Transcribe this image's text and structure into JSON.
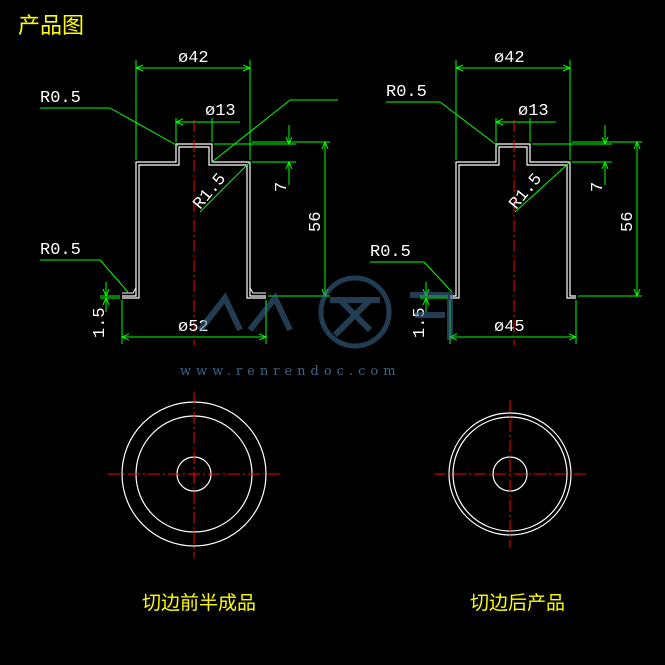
{
  "title": "产品图",
  "captions": {
    "left": "切边前半成品",
    "right": "切边后产品"
  },
  "left_view": {
    "dim_top_dia": "ø42",
    "dim_neck_dia": "ø13",
    "dim_bottom_dia": "ø52",
    "radius_top": "R0.5",
    "radius_bottom": "R0.5",
    "radius_inner": "R1.5",
    "height_neck": "7",
    "height_total": "56",
    "flange_thickness": "1.5"
  },
  "right_view": {
    "dim_top_dia": "ø42",
    "dim_neck_dia": "ø13",
    "dim_bottom_dia": "ø45",
    "radius_top": "R0.5",
    "radius_bottom": "R0.5",
    "radius_inner": "R1.5",
    "height_neck": "7",
    "height_total": "56",
    "flange_thickness": "1.5"
  },
  "watermark": {
    "text": "www.renrendoc.com"
  },
  "colors": {
    "background": "#000000",
    "outline": "#ffffff",
    "dimension": "#00ff00",
    "centerline": "#ff0000",
    "caption": "#ffff00"
  }
}
